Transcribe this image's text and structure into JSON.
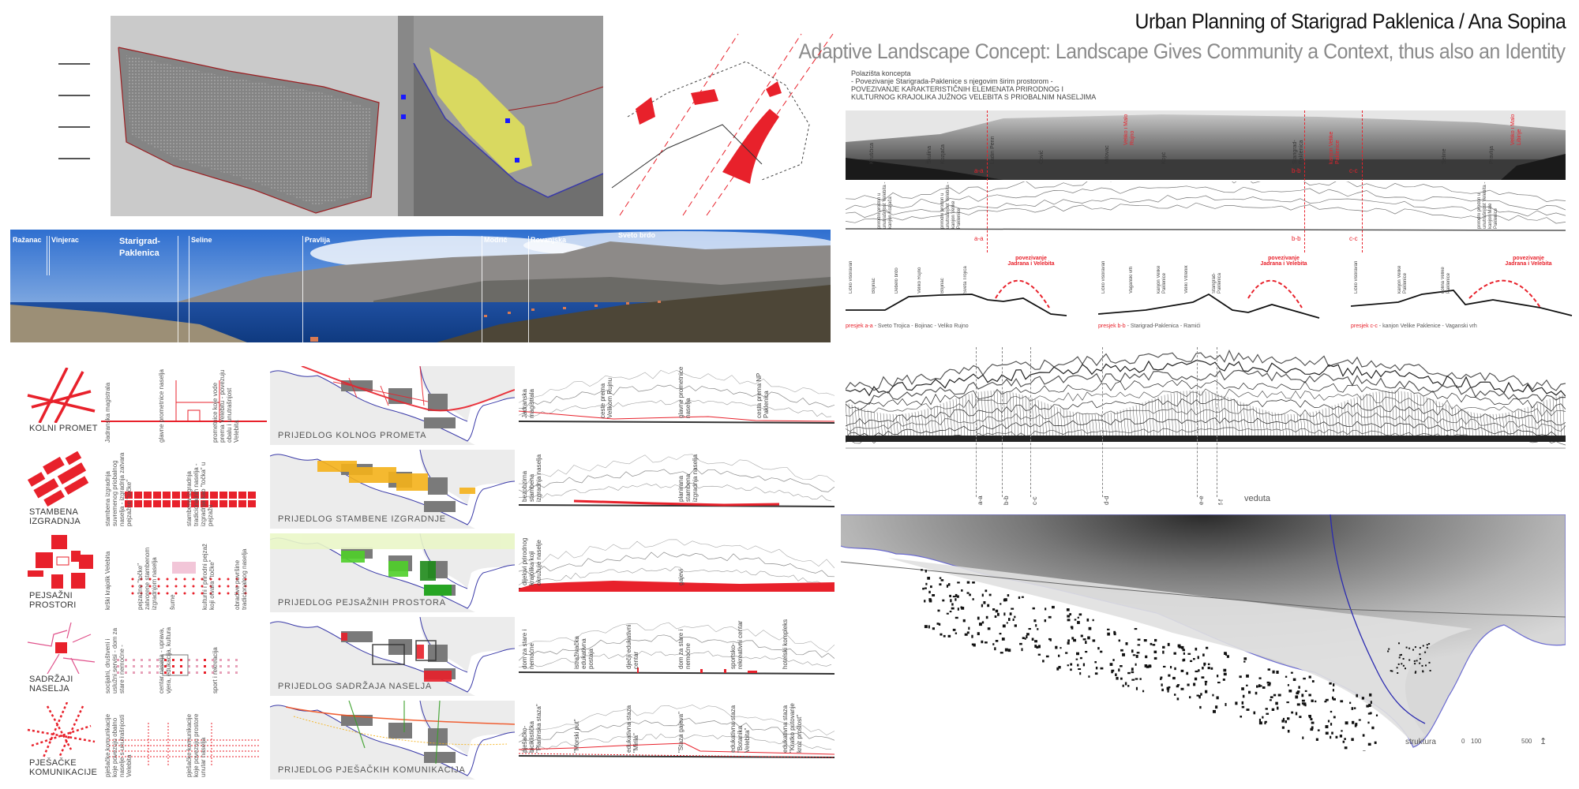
{
  "header": {
    "title": "Urban Planning of Starigrad Paklenica / Ana Sopina",
    "subtitle": "Adaptive Landscape Concept: Landscape Gives Community a Context, thus also an Identity"
  },
  "intro": {
    "lines": [
      "Polazišta koncepta",
      "- Povezivanje Starigrada-Paklenice s njegovim širim prostorom -",
      "POVEZIVANJE KARAKTERISTIČNIH ELEMENATA PRIRODNOG I",
      "KULTURNOG KRAJOLIKA JUŽNOG VELEBITA S PRIOBALNIM NASELJIMA"
    ]
  },
  "panorama": {
    "labels": [
      "Ražanac",
      "Vinjerac",
      "Starigrad-Paklenica",
      "Seline",
      "Pravlija",
      "Modrič",
      "Rovanjska",
      "Sveto brdo"
    ]
  },
  "themes": [
    {
      "label": "KOLNI PROMET",
      "map_caption": "PRIJEDLOG KOLNOG PROMETA",
      "notes": [
        "Jadranska magistrala",
        "glavne prometnice naselja",
        "prometnice koje vode prema Velebitu - povezuju obalu i unutrašnjost Velebita"
      ],
      "sketch_notes": [
        "Jadranska magistrala",
        "ceste prema Velikom Rujnu",
        "glavne prometnice naselja",
        "cesta prema NP Paklenica"
      ]
    },
    {
      "label": "STAMBENA IZGRADNJA",
      "map_caption": "PRIJEDLOG STAMBENE IZGRADNJE",
      "notes": [
        "stambena izgradnja suvremenog priobalnog naselja - izgradnja zatvara pejzažne \"točke\"",
        "stambena izgradnja tradicionalnih naselja - izgradnja kao \"točka\" u pejzažu"
      ],
      "sketch_notes": [
        "bezobzirna stambena izgradnja naselja",
        "planirana stambena izgradnja naselja"
      ]
    },
    {
      "label": "PEJSAŽNI PROSTORI",
      "map_caption": "PRIJEDLOG PEJSAŽNIH PROSTORA",
      "notes": [
        "krški krajolik Velebita",
        "pejzažne \"točke\" zatvorene stambenom izgradnjom naselja",
        "šume",
        "kulturni i prirodni pejzaž koji otvara \"točke\"",
        "obradive površine tradicionalnog naselja"
      ],
      "sketch_notes": [
        "dijelovi prirodnog krajolika koji okružuje naselje",
        "gajevi"
      ]
    },
    {
      "label": "SADRŽAJI NASELJA",
      "map_caption": "PRIJEDLOG SADRŽAJA NASELJA",
      "notes": [
        "socijalni, društveni i uslužni servisi - dom za stare i nemoćne -",
        "centar naselja - uprava, vjera, edukacija, kultura",
        "sport i rekreacija"
      ],
      "sketch_notes": [
        "dom za stare i nemoćne",
        "istraživačka edukativna postaja",
        "dječji edukativni centar",
        "dom za stare i nemoćne",
        "sportsko-rekreativni centar",
        "hotelski kompleks"
      ]
    },
    {
      "label": "PJEŠAČKE KOMUNIKACIJE",
      "map_caption": "PRIJEDLOG PJEŠAČKIH KOMUNIKACIJA",
      "notes": [
        "pješačke komunikacije koje povezuju obalno naselje s unutrašnjosti Velebita",
        "pješačke komunikacije koje povezuju prostore unutar naselja"
      ],
      "sketch_notes": [
        "pješačko-biciklistička \"Planinska staza\"",
        "\"Morski put\"",
        "edukativna staza \"Mirila\"",
        "\"Staza gajeva\"",
        "edukativna staza \"Botanika Velebita\"",
        "edukativna staza \"Kratko putovanje kroz prošlost\""
      ]
    }
  ],
  "bw_panorama": {
    "labels": [
      "Kruščica",
      "Škulina",
      "Kozjača",
      "Ladin Perin",
      "Čović",
      "Milovac",
      "Kojić",
      "Veliko i Malo Rujno",
      "Starigrad-Paklenica",
      "kanjon Velike Paklenice",
      "Seline",
      "Pravlija",
      "Veliko i Malo Libinje"
    ],
    "markers": [
      "a-a",
      "b-b",
      "c-c"
    ]
  },
  "sketch_notes": [
    "prirodni prodori u unutrašnjost Velebita - kanjon Kozjača",
    "prirodni prodori u unutrašnjost Velebita - kanjon Velike Paklenice",
    "prirodni prodori u unutrašnjost Velebita - kanjon Male Paklenice"
  ],
  "profiles": [
    {
      "prefix": "presjek a-a",
      "rest": " - Sveto Trojica - Bojinac - Veliko Rujno",
      "peaks": [
        "Ličko visoravan",
        "Bojinac",
        "Debelo brdo",
        "Veliko Rujno",
        "Bojinac",
        "Sveta Trojica"
      ],
      "note": "povezivanje Jadrana i Velebita"
    },
    {
      "prefix": "presjek b-b",
      "rest": " - Starigrad-Paklenica - Ramići",
      "peaks": [
        "Ličko visoravan",
        "Vaganski vrh",
        "kanjon Velike Paklenice",
        "Veliki Vitrenik",
        "Starigrad-Paklenica"
      ],
      "note": "povezivanje Jadrana i Velebita"
    },
    {
      "prefix": "presjek c-c",
      "rest": " - kanjon Velike Paklenice - Vaganski vrh",
      "peaks": [
        "Ličko visoravan",
        "kanjon Velike Paklenice",
        "dolina Velike Paklenice"
      ],
      "note": "povezivanje Jadrana i Velebita"
    }
  ],
  "veduta": {
    "markers": [
      "a-a",
      "b-b",
      "c-c",
      "d-d",
      "e-e",
      "f-f"
    ],
    "label": "veduta"
  },
  "struktura": {
    "label": "struktura",
    "scale": [
      "0",
      "100",
      "500"
    ]
  },
  "colors": {
    "accent": "#e8212b",
    "housing": "#f5b21a",
    "green": "#4fd02a",
    "coast": "#3a3aa8"
  }
}
